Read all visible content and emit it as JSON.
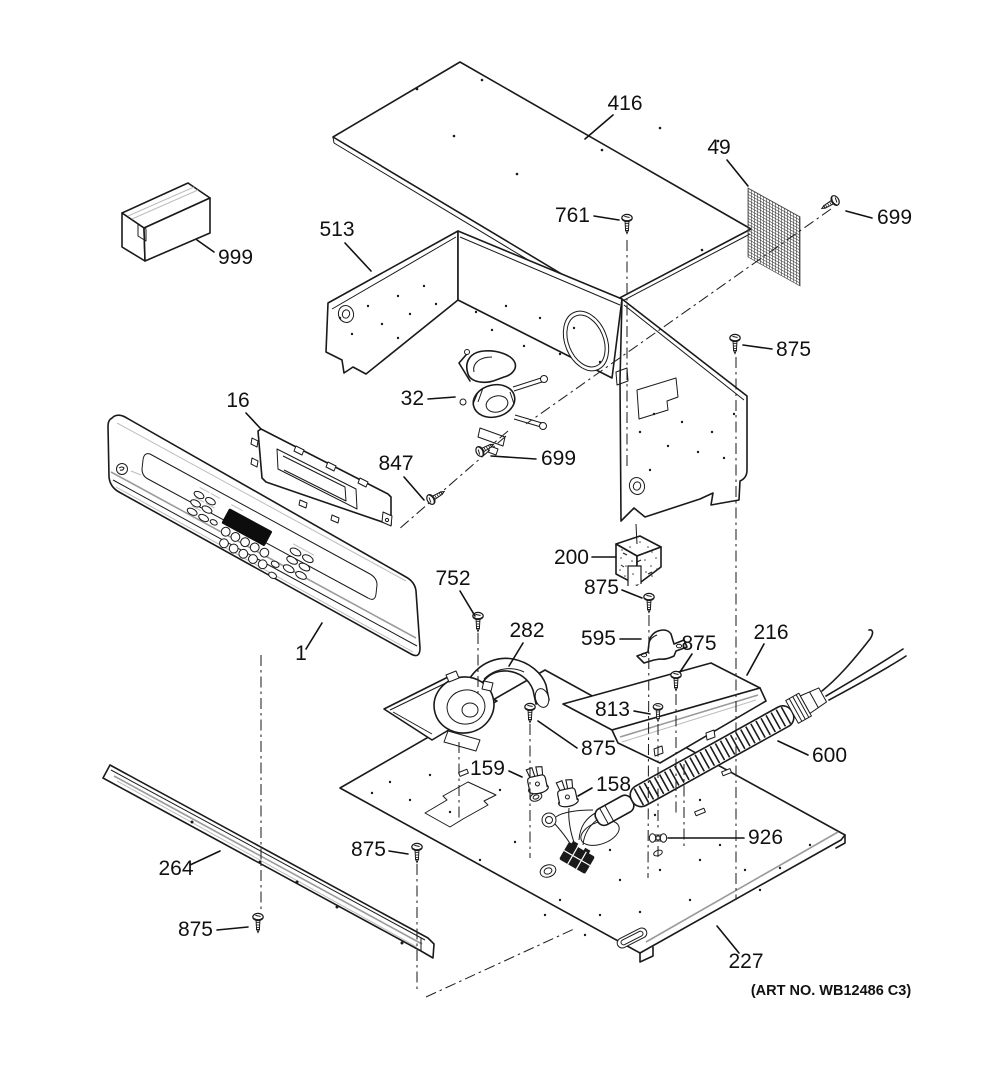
{
  "figure": {
    "art_no": "(ART NO. WB12486 C3)"
  },
  "callouts": [
    {
      "key": "top-cover",
      "label": "416"
    },
    {
      "key": "vent-screen",
      "label": "49"
    },
    {
      "key": "screw-699-right",
      "label": "699"
    },
    {
      "key": "literature-box",
      "label": "999"
    },
    {
      "key": "chassis-wrap",
      "label": "513"
    },
    {
      "key": "screw-761",
      "label": "761"
    },
    {
      "key": "screw-875-top-right",
      "label": "875"
    },
    {
      "key": "control-board",
      "label": "16"
    },
    {
      "key": "fan-motor",
      "label": "32"
    },
    {
      "key": "screw-847",
      "label": "847"
    },
    {
      "key": "screw-699-mid",
      "label": "699"
    },
    {
      "key": "insulation-block",
      "label": "200"
    },
    {
      "key": "screw-875-block",
      "label": "875"
    },
    {
      "key": "screw-752",
      "label": "752"
    },
    {
      "key": "air-duct",
      "label": "282"
    },
    {
      "key": "clamp-bracket",
      "label": "595"
    },
    {
      "key": "screw-875-cover",
      "label": "875"
    },
    {
      "key": "cover-panel",
      "label": "216"
    },
    {
      "key": "screw-813",
      "label": "813"
    },
    {
      "key": "screw-875-duct",
      "label": "875"
    },
    {
      "key": "conduit",
      "label": "600"
    },
    {
      "key": "thermostat-159",
      "label": "159"
    },
    {
      "key": "thermostat-158",
      "label": "158"
    },
    {
      "key": "clip-nut-926",
      "label": "926"
    },
    {
      "key": "trim-strip",
      "label": "264"
    },
    {
      "key": "screw-875-strip-left",
      "label": "875"
    },
    {
      "key": "screw-875-strip-right",
      "label": "875"
    },
    {
      "key": "base-panel",
      "label": "227"
    },
    {
      "key": "control-panel",
      "label": "1"
    }
  ]
}
